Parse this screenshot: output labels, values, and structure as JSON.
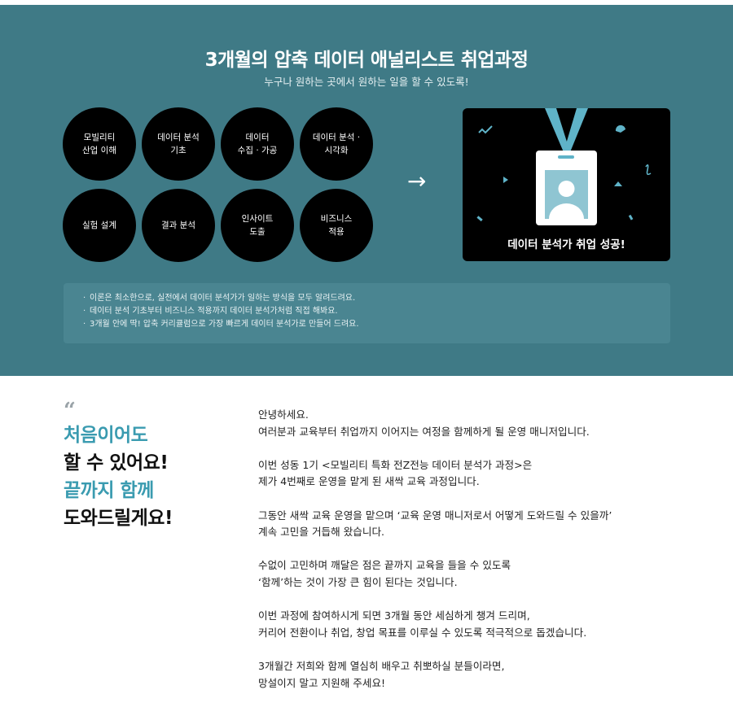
{
  "hero": {
    "title": "3개월의 압축 데이터 애널리스트 취업과정",
    "subtitle": "누구나 원하는 곳에서 원하는 일을 할 수 있도록!",
    "circles": [
      "모빌리티\n산업 이해",
      "데이터 분석\n기초",
      "데이터\n수집 · 가공",
      "데이터 분석 ·\n시각화",
      "실험 설계",
      "결과 분석",
      "인사이트\n도출",
      "비즈니스\n적용"
    ],
    "arrow": "→",
    "badge_icon": "id-badge-icon",
    "badge_caption": "데이터 분석가 취업 성공!",
    "notes": [
      "이론은 최소한으로, 실전에서 데이터 분석가가 일하는 방식을 모두 알려드려요.",
      "데이터 분석 기초부터 비즈니스 적용까지 데이터 분석가처럼 직접 해봐요.",
      "3개월 안에 딱! 압축 커리큘럼으로 가장 빠르게 데이터 분석가로 만들어 드려요."
    ]
  },
  "intro": {
    "quote_mark": "“",
    "headline": [
      "처음이어도",
      "할 수 있어요!",
      "끝까지 함께",
      "도와드릴게요!"
    ],
    "paragraphs": [
      [
        "안녕하세요.",
        "여러분과 교육부터 취업까지 이어지는 여정을 함께하게 될 운영 매니저입니다."
      ],
      [
        "이번 성동 1기 <모빌리티 특화 전Z전능 데이터 분석가 과정>은",
        "제가 4번째로 운영을 맡게 된 새싹 교육 과정입니다."
      ],
      [
        "그동안 새싹 교육 운영을 맡으며 ‘교육 운영 매니저로서 어떻게 도와드릴 수 있을까’",
        "계속 고민을 거듭해 왔습니다."
      ],
      [
        "수없이 고민하며 깨달은 점은 끝까지 교육을 들을 수 있도록",
        "‘함께’하는 것이 가장 큰 힘이 된다는 것입니다."
      ],
      [
        "이번 과정에 참여하시게 되면 3개월 동안 세심하게 챙겨 드리며,",
        "커리어 전환이나 취업, 창업 목표를 이루실 수 있도록 적극적으로 돕겠습니다."
      ],
      [
        "3개월간 저희와 함께 열심히 배우고 취뽀하실 분들이라면,",
        "망설이지 말고 지원해 주세요!"
      ]
    ]
  },
  "colors": {
    "hero_bg": "#3f7a86",
    "notes_bg": "#4a8591",
    "accent": "#3a9bb0",
    "badge_blue": "#5fb3c8",
    "circle": "#000000"
  }
}
